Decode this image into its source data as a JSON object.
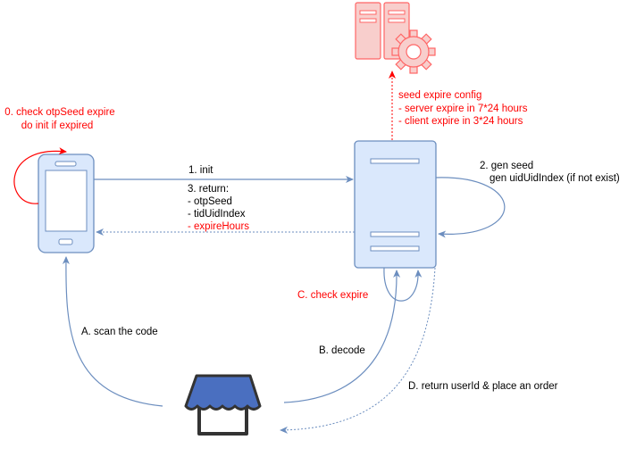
{
  "labels": {
    "check_seed_line1": "0. check otpSeed expire",
    "check_seed_line2": "do init if expired",
    "init": "1. init",
    "gen_seed_line1": "2. gen seed",
    "gen_seed_line2": "gen uidUidIndex (if not exist)",
    "return_title": "3. return:",
    "return_item1": "- otpSeed",
    "return_item2": "- tidUidIndex",
    "return_item3": "- expireHours",
    "seed_config_title": "seed expire config",
    "seed_config_server": "- server expire in 7*24 hours",
    "seed_config_client": "- client expire in 3*24 hours",
    "scan": "A. scan the code",
    "decode": "B. decode",
    "check_expire": "C. check expire",
    "return_user": "D. return userId & place an order"
  },
  "icons": {
    "phone": "mobile-phone-icon",
    "server": "server-icon",
    "config_server": "config-server-gear-icon",
    "shop": "store-icon"
  },
  "colors": {
    "blue_fill": "#dae8fc",
    "blue_stroke": "#6c8ebf",
    "red_fill": "#f8cecc",
    "red_stroke": "#ff6666",
    "accent_red": "#ff0000",
    "shop_blue": "#4a6fc0"
  }
}
